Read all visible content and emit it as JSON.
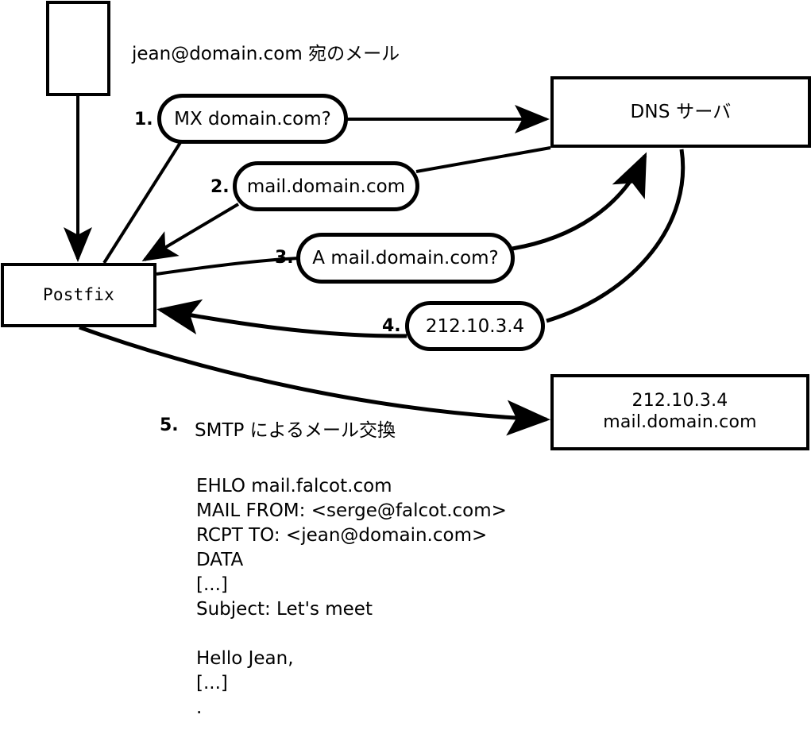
{
  "diagram": {
    "title_caption": "jean@domain.com 宛のメール",
    "stroke_color": "#000000",
    "background_color": "#ffffff",
    "nodes": {
      "client": {
        "label": "",
        "name": "client-box"
      },
      "postfix": {
        "label": "Postfix"
      },
      "dns_server": {
        "label": "DNS サーバ"
      },
      "mail_server": {
        "line1": "212.10.3.4",
        "line2": "mail.domain.com"
      }
    },
    "steps": [
      {
        "number": "1.",
        "message": "MX domain.com?"
      },
      {
        "number": "2.",
        "message": "mail.domain.com"
      },
      {
        "number": "3.",
        "message": "A mail.domain.com?"
      },
      {
        "number": "4.",
        "message": "212.10.3.4"
      },
      {
        "number": "5.",
        "message": "SMTP によるメール交換"
      }
    ],
    "smtp_transcript": [
      "EHLO mail.falcot.com",
      "MAIL FROM: <serge@falcot.com>",
      "RCPT TO: <jean@domain.com>",
      "DATA",
      "[...]",
      "Subject: Let's meet",
      "",
      "Hello Jean,",
      "[...]",
      "."
    ]
  }
}
